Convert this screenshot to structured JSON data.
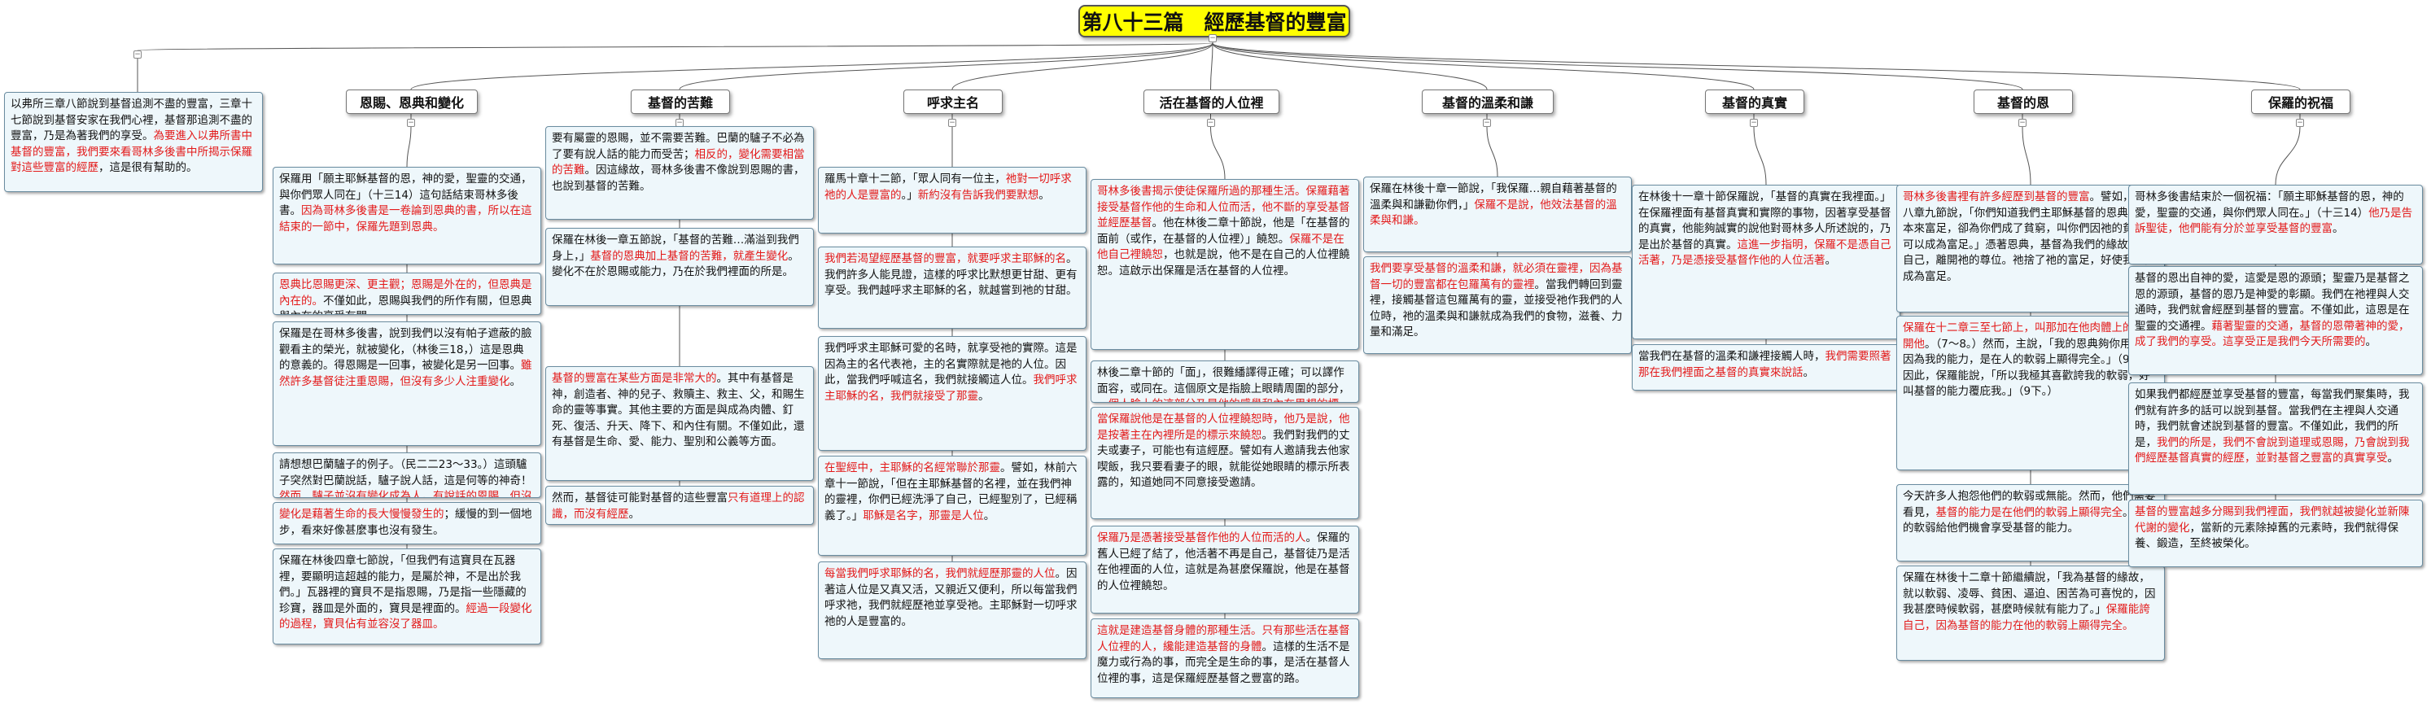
{
  "root": {
    "title": "第八十三篇　經歷基督的豐富"
  },
  "intro_note": {
    "segments": [
      {
        "text": "以弗所三章八節說到基督追測不盡的豐富，三章十七節說到基督安家在我們心裡，基督那追測不盡的豐富，乃是為著我們的享受。",
        "red": false
      },
      {
        "text": "為要進入以弗所書中基督的豐富，我們要來看哥林多後書中所揭示保羅對這些豐富的經歷",
        "red": true
      },
      {
        "text": "，這是很有幫助的。",
        "red": false
      }
    ]
  },
  "topics": [
    {
      "label": "恩賜、恩典和變化",
      "cards": [
        {
          "segments": [
            {
              "text": "保羅用「願主耶穌基督的恩，神的愛，聖靈的交通，與你們眾人同在」（十三14）這句話結束哥林多後書。",
              "red": false
            },
            {
              "text": "因為哥林多後書是一卷論到恩典的書，所以在這結束的一節中，保羅先題到恩典。",
              "red": true
            }
          ]
        },
        {
          "segments": [
            {
              "text": "恩典比恩賜更深、更主觀；恩賜是外在的，但恩典是內在的。",
              "red": true
            },
            {
              "text": "不僅如此，恩賜與我們的所作有關，但恩典與內在的享受有關。",
              "red": false
            }
          ]
        },
        {
          "segments": [
            {
              "text": "保羅是在哥林多後書，說到我們以沒有帕子遮蔽的臉觀看主的榮光，就被變化，（林後三18，）這是恩典的意義的。得恩賜是一回事，被變化是另一回事。",
              "red": false
            },
            {
              "text": "雖然許多基督徒注重恩賜，但沒有多少人注重變化",
              "red": true
            },
            {
              "text": "。",
              "red": false
            }
          ]
        },
        {
          "segments": [
            {
              "text": "請想想巴蘭驢子的例子。（民二二23～33。）這頭驢子突然對巴蘭說話，驢子說人話，這是何等的神奇！",
              "red": false
            },
            {
              "text": "然而，驢子並沒有變化成為人。有說話的恩賜，但沒有任何的變化",
              "red": true
            },
            {
              "text": "。",
              "red": false
            }
          ]
        },
        {
          "segments": [
            {
              "text": "變化是藉著生命的長大慢慢發生的",
              "red": true
            },
            {
              "text": "；緩慢的到一個地步，看來好像甚麼事也沒有發生。",
              "red": false
            }
          ]
        },
        {
          "segments": [
            {
              "text": "保羅在林後四章七節說，「但我們有這寶貝在瓦器裡，要顯明這超越的能力，是屬於神，不是出於我們。」瓦器裡的寶貝不是指恩賜，乃是指一些隱藏的珍寶，器皿是外面的，寶貝是裡面的。",
              "red": false
            },
            {
              "text": "經過一段變化的過程，寶貝佔有並容沒了器皿。",
              "red": true
            }
          ]
        }
      ]
    },
    {
      "label": "基督的苦難",
      "cards": [
        {
          "segments": [
            {
              "text": "要有屬靈的恩賜，並不需要苦難。巴蘭的驢子不必為了要有說人話的能力而受苦；",
              "red": false
            },
            {
              "text": "相反的，變化需要相當的苦難",
              "red": true
            },
            {
              "text": "。因這緣故，哥林多後書不像說到恩賜的書，也說到基督的苦難。",
              "red": false
            }
          ]
        },
        {
          "segments": [
            {
              "text": "保羅在林後一章五節說，「基督的苦難…滿溢到我們身上，」",
              "red": false
            },
            {
              "text": "基督的恩典加上基督的苦難，就產生變化",
              "red": true
            },
            {
              "text": "。變化不在於恩賜或能力，乃在於我們裡面的所是。",
              "red": false
            }
          ]
        },
        {
          "segments": [
            {
              "text": "基督的豐富在某些方面是非常大的",
              "red": true
            },
            {
              "text": "。其中有基督是神，創造者、神的兒子、救贖主、救主、父，和賜生命的靈等事實。其他主要的方面是與成為肉體、釘死、復活、升天、降下、和內住有關。不僅如此，還有基督是生命、愛、能力、聖別和公義等方面。",
              "red": false
            }
          ]
        },
        {
          "segments": [
            {
              "text": "然而，基督徒可能對基督的這些豐富",
              "red": false
            },
            {
              "text": "只有道理上的認識，而沒有經歷",
              "red": true
            },
            {
              "text": "。",
              "red": false
            }
          ]
        }
      ]
    },
    {
      "label": "呼求主名",
      "cards": [
        {
          "segments": [
            {
              "text": "羅馬十章十二節，「眾人同有一位主，",
              "red": false
            },
            {
              "text": "祂對一切呼求祂的人是豐富的",
              "red": true
            },
            {
              "text": "。」",
              "red": false
            },
            {
              "text": "新約沒有告訴我們要默想",
              "red": true
            },
            {
              "text": "。",
              "red": false
            }
          ]
        },
        {
          "segments": [
            {
              "text": "我們若渴望經歷基督的豐富，就要呼求主耶穌的名",
              "red": true
            },
            {
              "text": "。我們許多人能見證，這樣的呼求比默想更甘甜、更有享受。我們越呼求主耶穌的名，就越嘗到祂的甘甜。",
              "red": false
            }
          ]
        },
        {
          "segments": [
            {
              "text": "我們呼求主耶穌可愛的名時，就享受祂的實際。這是因為主的名代表祂，主的名實際就是祂的人位。因此，當我們呼喊這名，我們就接觸這人位。",
              "red": false
            },
            {
              "text": "我們呼求主耶穌的名，我們就接受了那靈",
              "red": true
            },
            {
              "text": "。",
              "red": false
            }
          ]
        },
        {
          "segments": [
            {
              "text": "在聖經中，主耶穌的名經常聯於那靈",
              "red": true
            },
            {
              "text": "。譬如，林前六章十一節說，「但在主耶穌基督的名裡，並在我們神的靈裡，你們已經洗淨了自己，已經聖別了，已經稱義了。」",
              "red": false
            },
            {
              "text": "耶穌是名字，那靈是人位",
              "red": true
            },
            {
              "text": "。",
              "red": false
            }
          ]
        },
        {
          "segments": [
            {
              "text": "每當我們呼求耶穌的名，我們就經歷那靈的人位",
              "red": true
            },
            {
              "text": "。因著這人位是又真又活，又親近又便利，所以每當我們呼求祂，我們就經歷祂並享受祂。主耶穌對一切呼求祂的人是豐富的。",
              "red": false
            }
          ]
        }
      ]
    },
    {
      "label": "活在基督的人位裡",
      "cards": [
        {
          "segments": [
            {
              "text": "哥林多後書揭示使徒保羅所過的那種生活。保羅藉著接受基督作他的生命和人位而活，他不斷的享受基督並經歷基督",
              "red": true
            },
            {
              "text": "。他在林後二章十節說，他是「在基督的面前（或作，在基督的人位裡）」饒恕。",
              "red": false
            },
            {
              "text": "保羅不是在他自己裡饒恕",
              "red": true
            },
            {
              "text": "，也就是說，他不是在自己的人位裡饒恕。這啟示出保羅是活在基督的人位裡。",
              "red": false
            }
          ]
        },
        {
          "segments": [
            {
              "text": "林後二章十節的「面」，很難繙譯得正確；可以譯作面容，或同在。這個原文是指臉上眼睛周圍的部分，",
              "red": false
            },
            {
              "text": "一個人臉上的這部分乃是他的感覺和內在思想的標示",
              "red": true
            },
            {
              "text": "。",
              "red": false
            }
          ]
        },
        {
          "segments": [
            {
              "text": "當保羅說他是在基督的人位裡饒恕時，他乃是說，他是按著主在內裡所是的標示來饒恕",
              "red": true
            },
            {
              "text": "。我們對我們的丈夫或妻子，可能也有這經歷。譬如有人邀請我去他家喫飯，我只要看妻子的眼，就能從她眼睛的標示所表露的，知道她同不同意接受邀請。",
              "red": false
            }
          ]
        },
        {
          "segments": [
            {
              "text": "保羅乃是憑著接受基督作他的人位而活的人",
              "red": true
            },
            {
              "text": "。保羅的舊人已經了結了，他活著不再是自己，基督徒乃是活在他裡面的人位，這就是為甚麼保羅說，他是在基督的人位裡饒恕。",
              "red": false
            }
          ]
        },
        {
          "segments": [
            {
              "text": "這就是建造基督身體的那種生活。只有那些活在基督人位裡的人，纔能建造基督的身體",
              "red": true
            },
            {
              "text": "。這樣的生活不是魔力或行為的事，而完全是生命的事，是活在基督人位裡的事，這是保羅經歷基督之豐富的路。",
              "red": false
            }
          ]
        }
      ]
    },
    {
      "label": "基督的溫柔和謙",
      "cards": [
        {
          "segments": [
            {
              "text": "保羅在林後十章一節說，「我保羅…親自藉著基督的溫柔與和謙勸你們，」",
              "red": false
            },
            {
              "text": "保羅不是說，他效法基督的溫柔與和謙。",
              "red": true
            }
          ]
        },
        {
          "segments": [
            {
              "text": "我們要享受基督的溫柔和謙，就必須在靈裡，因為基督一切的豐富都在包羅萬有的靈裡",
              "red": true
            },
            {
              "text": "。當我們轉回到靈裡，接觸基督這包羅萬有的靈，並接受祂作我們的人位時，祂的溫柔與和謙就成為我們的食物，滋養、力量和滿足。",
              "red": false
            }
          ]
        }
      ]
    },
    {
      "label": "基督的真實",
      "cards": [
        {
          "segments": [
            {
              "text": "在林後十一章十節保羅說，「基督的真實在我裡面。」在保羅裡面有基督真實和實際的事物，因著享受基督的真實，他能夠誠實的說他對哥林多人所述說的，乃是出於基督的真實。",
              "red": false
            },
            {
              "text": "這進一步指明，保羅不是憑自己活著，乃是憑接受基督作他的人位活著",
              "red": true
            },
            {
              "text": "。",
              "red": false
            }
          ]
        },
        {
          "segments": [
            {
              "text": "當我們在基督的溫柔和謙裡接觸人時，",
              "red": false
            },
            {
              "text": "我們需要照著那在我們裡面之基督的真實來說話",
              "red": true
            },
            {
              "text": "。",
              "red": false
            }
          ]
        }
      ]
    },
    {
      "label": "基督的恩",
      "cards": [
        {
          "segments": [
            {
              "text": "哥林多後書裡有許多經歷到基督的豐富",
              "red": true
            },
            {
              "text": "。譬如，林後八章九節說，「你們知道我們主耶穌基督的恩典，祂本來富足，卻為你們成了貧窮，叫你們因祂的貧窮，可以成為富足。」憑著恩典，基督為我們的緣故降卑自己，離開祂的尊位。祂捨了祂的富足，好使我們能成為富足。",
              "red": false
            }
          ]
        },
        {
          "segments": [
            {
              "text": "保羅在十二章三至七節上，叫那加在他肉體上的刺離開他",
              "red": true
            },
            {
              "text": "。（7～8。）然而，主說，「我的恩典夠你用的，因為我的能力，是在人的軟弱上顯得完全。」（9上。）因此，保羅能說，「所以我極其喜歡誇我的軟弱，好叫基督的能力覆庇我。」（9下。）",
              "red": false
            }
          ]
        },
        {
          "segments": [
            {
              "text": "今天許多人抱怨他們的軟弱或無能。然而，他們需要看見，",
              "red": false
            },
            {
              "text": "基督的能力是在他們的軟弱上顯得完全",
              "red": true
            },
            {
              "text": "。他們的軟弱給他們機會享受基督的能力。",
              "red": false
            }
          ]
        },
        {
          "segments": [
            {
              "text": "保羅在林後十二章十節繼續說，「我為基督的緣故，就以軟弱、凌辱、貧困、逼迫、困苦為可喜悅的，因我甚麼時候軟弱，甚麼時候就有能力了。」",
              "red": false
            },
            {
              "text": "保羅能誇自己，因為基督的能力在他的軟弱上顯得完全。",
              "red": true
            }
          ]
        }
      ]
    },
    {
      "label": "保羅的祝福",
      "cards": [
        {
          "segments": [
            {
              "text": "哥林多後書結束於一個祝福：「願主耶穌基督的恩，神的愛，聖靈的交通，與你們眾人同在。」（十三14）",
              "red": false
            },
            {
              "text": "他乃是告訴聖徒，他們能有分於並享受基督的豐富",
              "red": true
            },
            {
              "text": "。",
              "red": false
            }
          ]
        },
        {
          "segments": [
            {
              "text": "基督的恩出自神的愛，這愛是恩的源頭；聖靈乃是基督之恩的源頭，基督的恩乃是神愛的彰顯。我們在祂裡與人交通時，我們就會經歷到基督的豐富。不僅如此，這恩是在聖靈的交通裡。",
              "red": false
            },
            {
              "text": "藉著聖靈的交通，基督的恩帶著神的愛，成了我們的享受。這享受正是我們今天所需要的",
              "red": true
            },
            {
              "text": "。",
              "red": false
            }
          ]
        },
        {
          "segments": [
            {
              "text": "如果我們都經歷並享受基督的豐富，每當我們聚集時，我們就有許多的話可以說到基督。當我們在主裡與人交通時，我們就會述說到基督的豐富。不僅如此，我們的所是，",
              "red": false
            },
            {
              "text": "我們的所是，我們不會說到道理或恩賜，乃會說到我們經歷基督真實的經歷，並對基督之豐富的真實享受",
              "red": true
            },
            {
              "text": "。",
              "red": false
            }
          ]
        },
        {
          "segments": [
            {
              "text": "基督的豐富越多分賜到我們裡面，我們就越被變化並新陳代謝的變化",
              "red": true
            },
            {
              "text": "，當新的元素除掉舊的元素時，我們就得保養、鍛造，至終被榮化。",
              "red": false
            }
          ]
        }
      ]
    }
  ]
}
